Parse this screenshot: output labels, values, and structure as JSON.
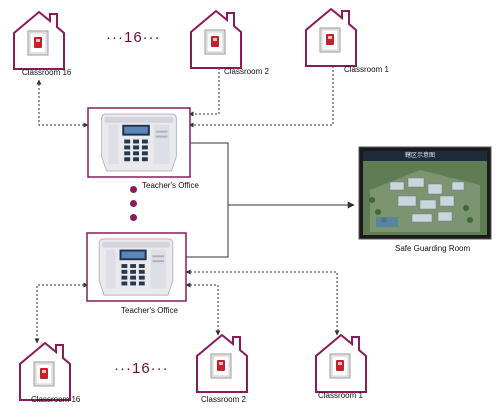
{
  "top": {
    "classroom_left": "Classroom 16",
    "count": "···16···",
    "classroom_mid": "Classroom 2",
    "classroom_right": "Classroom 1"
  },
  "office_top": "Teacher's Office",
  "office_bottom": "Teacher's Office",
  "monitor": {
    "screen_title": "轄区示意图",
    "label": "Safe Guarding Room"
  },
  "bottom": {
    "classroom_left": "Classroom 16",
    "count": "···16···",
    "classroom_mid": "Classroom 2",
    "classroom_right": "Classroom 1"
  },
  "colors": {
    "outline": "#8b1a5a",
    "connector": "#3a3a3a",
    "device_red": "#c8202a"
  }
}
